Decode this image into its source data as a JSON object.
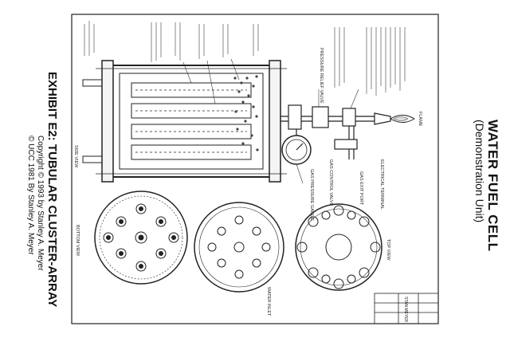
{
  "title": {
    "main": "WATER FUEL CELL",
    "sub": "(Demonstration Unit)"
  },
  "exhibit": "EXHIBIT E2: TUBULAR CLUSTER-ARRAY",
  "copyright": [
    "Copyright © 1993 by Stanley A. Meyer",
    "© UCC 1981 By Stanley A. Meyer"
  ],
  "labels": {
    "side_view": "SIDE VIEW",
    "top_view": "TOP VIEW",
    "bottom_view": "BOTTOM VIEW",
    "water_inlet": "WATER INLET",
    "gas_exit_port": "GAS EXIT PORT",
    "gas_pressure_gauge": "GAS PRESSURE GAUGE",
    "gas_control_valve": "GAS CONTROL VALVE",
    "pressure_relief_valve": "PRESSURE RELIEF VALVE",
    "electrical_terminal": "ELECTRICAL TERMINAL",
    "flame": "FLAME",
    "tb_company": "STAN MEYER"
  }
}
